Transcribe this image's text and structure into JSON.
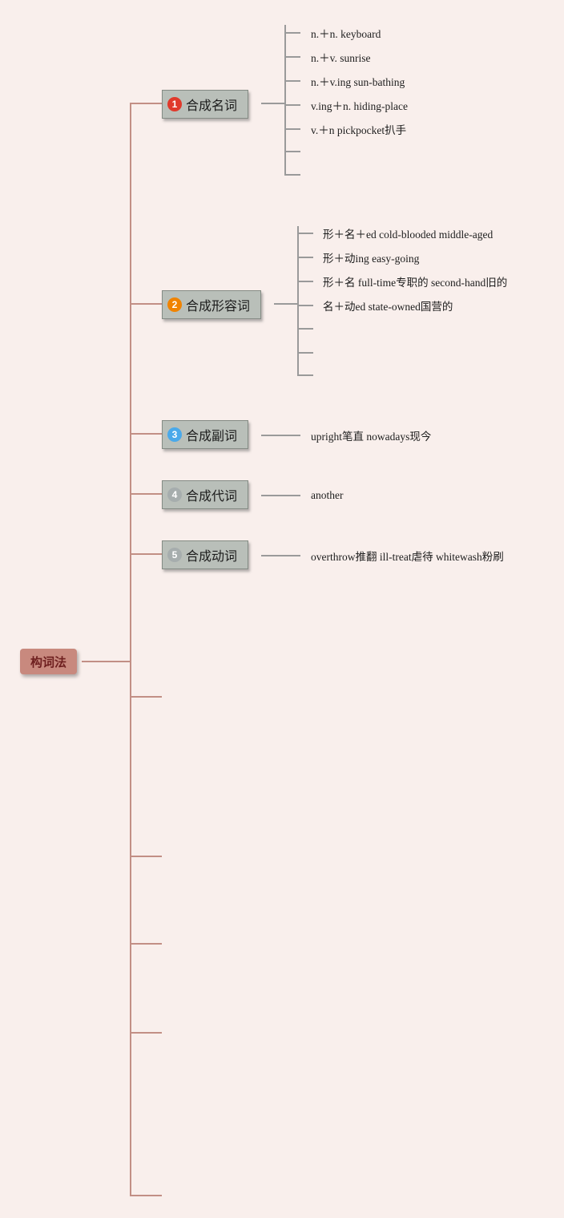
{
  "root": {
    "label": "构词法"
  },
  "branches": [
    {
      "badge": "1",
      "badge_color": "#e0392b",
      "label": "合成名词",
      "children": [
        "n.＋n. keyboard",
        "n.＋v. sunrise",
        "n.＋v.ing sun-bathing",
        "v.ing＋n. hiding-place",
        "v.＋n pickpocket扒手",
        "",
        ""
      ]
    },
    {
      "badge": "2",
      "badge_color": "#f08300",
      "label": "合成形容词",
      "children": [
        "形＋名＋ed cold-blooded middle-aged",
        "形＋动ing easy-going",
        "形＋名 full-time专职的 second-hand旧的",
        "名＋动ed state-owned国营的",
        "",
        "",
        ""
      ]
    },
    {
      "badge": "3",
      "badge_color": "#4aa9ea",
      "label": "合成副词",
      "children": [
        "upright笔直 nowadays现今"
      ]
    },
    {
      "badge": "4",
      "badge_color": "#a6adad",
      "label": "合成代词",
      "children": [
        "another"
      ]
    },
    {
      "badge": "5",
      "badge_color": "#a6adad",
      "label": "合成动词",
      "children": [
        "overthrow推翻 ill-treat虐待 whitewash粉刷"
      ]
    }
  ],
  "colors": {
    "background": "#f9efec",
    "trunk_line": "#c28f85",
    "leaf_line": "#9a9a9a",
    "branch_node_bg": "#b9bfb9",
    "root_bg": "#c8897e",
    "root_text": "#6e1f1f"
  }
}
